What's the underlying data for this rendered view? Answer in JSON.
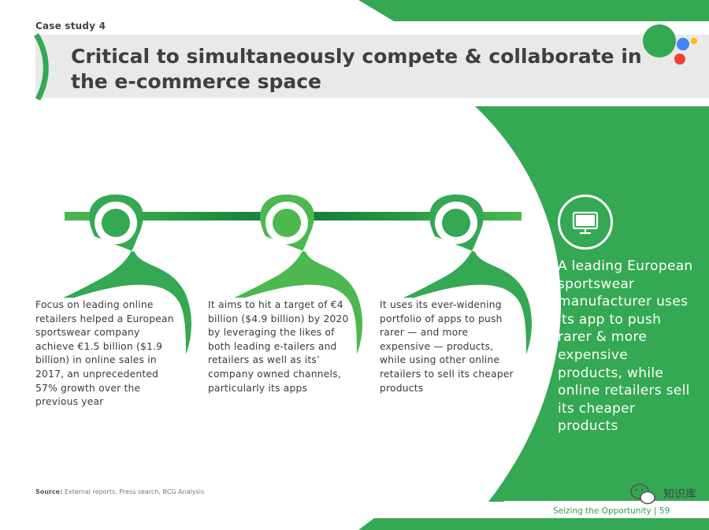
{
  "header": {
    "case_label": "Case study 4",
    "title": "Critical to simultaneously compete & collaborate in the e-commerce space"
  },
  "columns": [
    {
      "text": "Focus on leading online retailers helped a European sportswear company achieve €1.5 billion ($1.9 billion) in online sales in 2017, an unprecedented 57% growth over the previous year"
    },
    {
      "text": "It aims to hit a target of €4 billion ($4.9 billion) by 2020 by leveraging the likes of both leading e-tailers and retailers as well as its’ company owned channels, particularly its apps"
    },
    {
      "text": "It uses its ever-widening portfolio of apps to push rarer — and more expensive — products, while using other online retailers to sell its cheaper products"
    }
  ],
  "side_panel": {
    "icon": "monitor-icon",
    "text": "A leading European sportswear manufacturer uses its app to push rarer & more expensive products, while online retailers sell its cheaper products"
  },
  "source": {
    "label": "Source:",
    "text": "External reports, Press search, BCG Analysis"
  },
  "footer": {
    "text": "Seizing the Opportunity | 59"
  },
  "watermark": {
    "label": "知识库"
  },
  "colors": {
    "green": "#34a853",
    "light_green": "#4cb84f",
    "dark_green": "#0f7a3c",
    "blue": "#4285f4",
    "red": "#ea4335",
    "yellow": "#fbbc05",
    "grey_band": "#e9e9ea"
  }
}
